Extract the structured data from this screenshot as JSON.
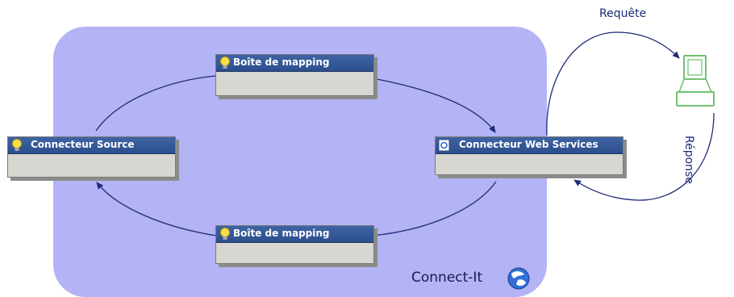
{
  "request_label": "Requête",
  "response_label": "Réponse",
  "platform_label": "Connect-It",
  "boxes": {
    "mapping_top": {
      "label": "Boîte de mapping",
      "icon": "lightbulb-icon"
    },
    "source": {
      "label": "Connecteur Source",
      "icon": "lightbulb-icon"
    },
    "webservices": {
      "label": "Connecteur Web Services",
      "icon": "web-page-icon"
    },
    "mapping_bottom": {
      "label": "Boîte de mapping",
      "icon": "lightbulb-icon"
    }
  },
  "colors": {
    "panel": "#b3b3f5",
    "title_bar": "#2f5597",
    "arrow": "#1e2a7a",
    "computer": "#7ccf7c"
  },
  "icons": {
    "computer": "computer-icon",
    "logo": "globe-logo-icon"
  }
}
